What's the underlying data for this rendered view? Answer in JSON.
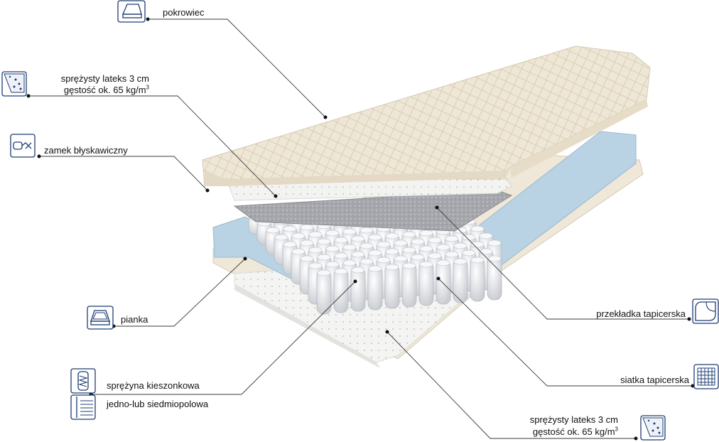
{
  "labels": {
    "cover": "pokrowiec",
    "latex_top_line1": "sprężysty lateks  3 cm",
    "latex_top_line2": "gęstość ok. 65 kg/m",
    "latex_top_sup": "3",
    "zipper": "zamek błyskawiczny",
    "foam": "pianka",
    "spring_line1": "sprężyna kieszonkowa",
    "spring_line2": "jedno-lub siedmiopolowa",
    "insulator": "przekładka tapicerska",
    "mesh": "siatka tapicerska",
    "latex_bottom_line1": "sprężysty lateks  3 cm",
    "latex_bottom_line2": "gęstość ok. 65 kg/m",
    "latex_bottom_sup": "3"
  },
  "colors": {
    "cover": "#eee6d6",
    "foam": "#b9d3e4",
    "latex": "#f3f3f1",
    "springs": "#e4e6ea",
    "insulator": "#a9abb0",
    "line": "#3a3a3a",
    "icon": "#1f3d73"
  }
}
